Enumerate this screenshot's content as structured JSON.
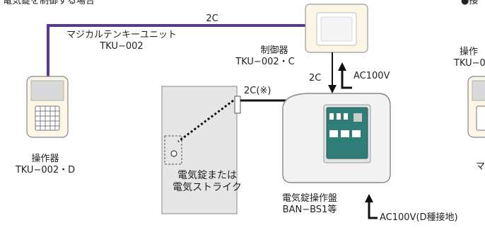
{
  "header": {
    "left_fragment": "電気錠を制御する場合",
    "right_fragment": "●接"
  },
  "wires": {
    "top_2c": "2C",
    "vertical_2c": "2C",
    "door_2c": "2C(※)"
  },
  "devices": {
    "magical_unit": {
      "name": "マジカルテンキーユニット",
      "model": "TKU−002"
    },
    "controller": {
      "name": "制御器",
      "model": "TKU−002・C"
    },
    "operator_left": {
      "name": "操作器",
      "model": "TKU−002・D"
    },
    "lock": {
      "line1": "電気錠または",
      "line2": "電気ストライク"
    },
    "panel": {
      "name": "電気錠操作盤",
      "model": "BAN−BS1等"
    },
    "operator_right": {
      "name": "操作",
      "model": "TKU−0",
      "fragment": "マ"
    }
  },
  "power": {
    "ac_controller": "AC100V",
    "ac_panel": "AC100V(D種接地)"
  },
  "colors": {
    "purple_wire": "#5b3a8e",
    "black_wire": "#111111",
    "device_cream": "#fbf6e6",
    "door_gray": "#e6e6e6"
  }
}
